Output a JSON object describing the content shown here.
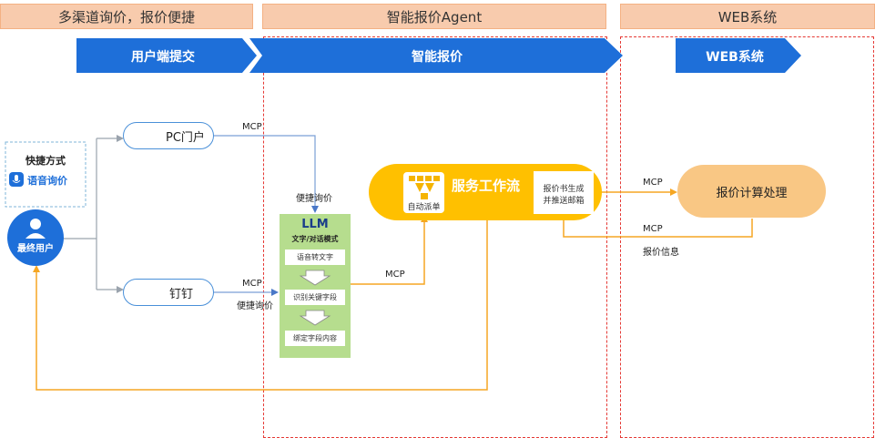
{
  "headers": {
    "left": "多渠道询价，报价便捷",
    "middle": "智能报价Agent",
    "right": "WEB系统"
  },
  "banners": {
    "submit": "用户端提交",
    "smart": "智能报价",
    "web": "WEB系统"
  },
  "shortcut": {
    "title": "快捷方式",
    "voice": "语音询价"
  },
  "user": {
    "label": "最终用户"
  },
  "channels": {
    "pc": "PC门户",
    "dingtalk": "钉钉"
  },
  "labels": {
    "mcp_pc": "MCP",
    "quick_pc": "便捷询价",
    "mcp_ding": "MCP",
    "quick_ding": "便捷询价",
    "mcp_llm": "MCP",
    "mcp_out": "MCP",
    "mcp_back": "MCP",
    "quote_info": "报价信息"
  },
  "llm": {
    "title": "LLM",
    "subtitle": "文字/对话模式",
    "steps": [
      "语音转文字",
      "识别关键字段",
      "绑定字段内容"
    ]
  },
  "workflow": {
    "title": "服务工作流",
    "dispatch": "自动派单",
    "report_line1": "报价书生成",
    "report_line2": "并推送邮箱"
  },
  "calc": {
    "label": "报价计算处理"
  },
  "colors": {
    "blue": "#1e6fd9",
    "orange": "#f5a623",
    "green": "#b6dd8e",
    "header": "#f8cbad",
    "calc": "#f9c784"
  }
}
